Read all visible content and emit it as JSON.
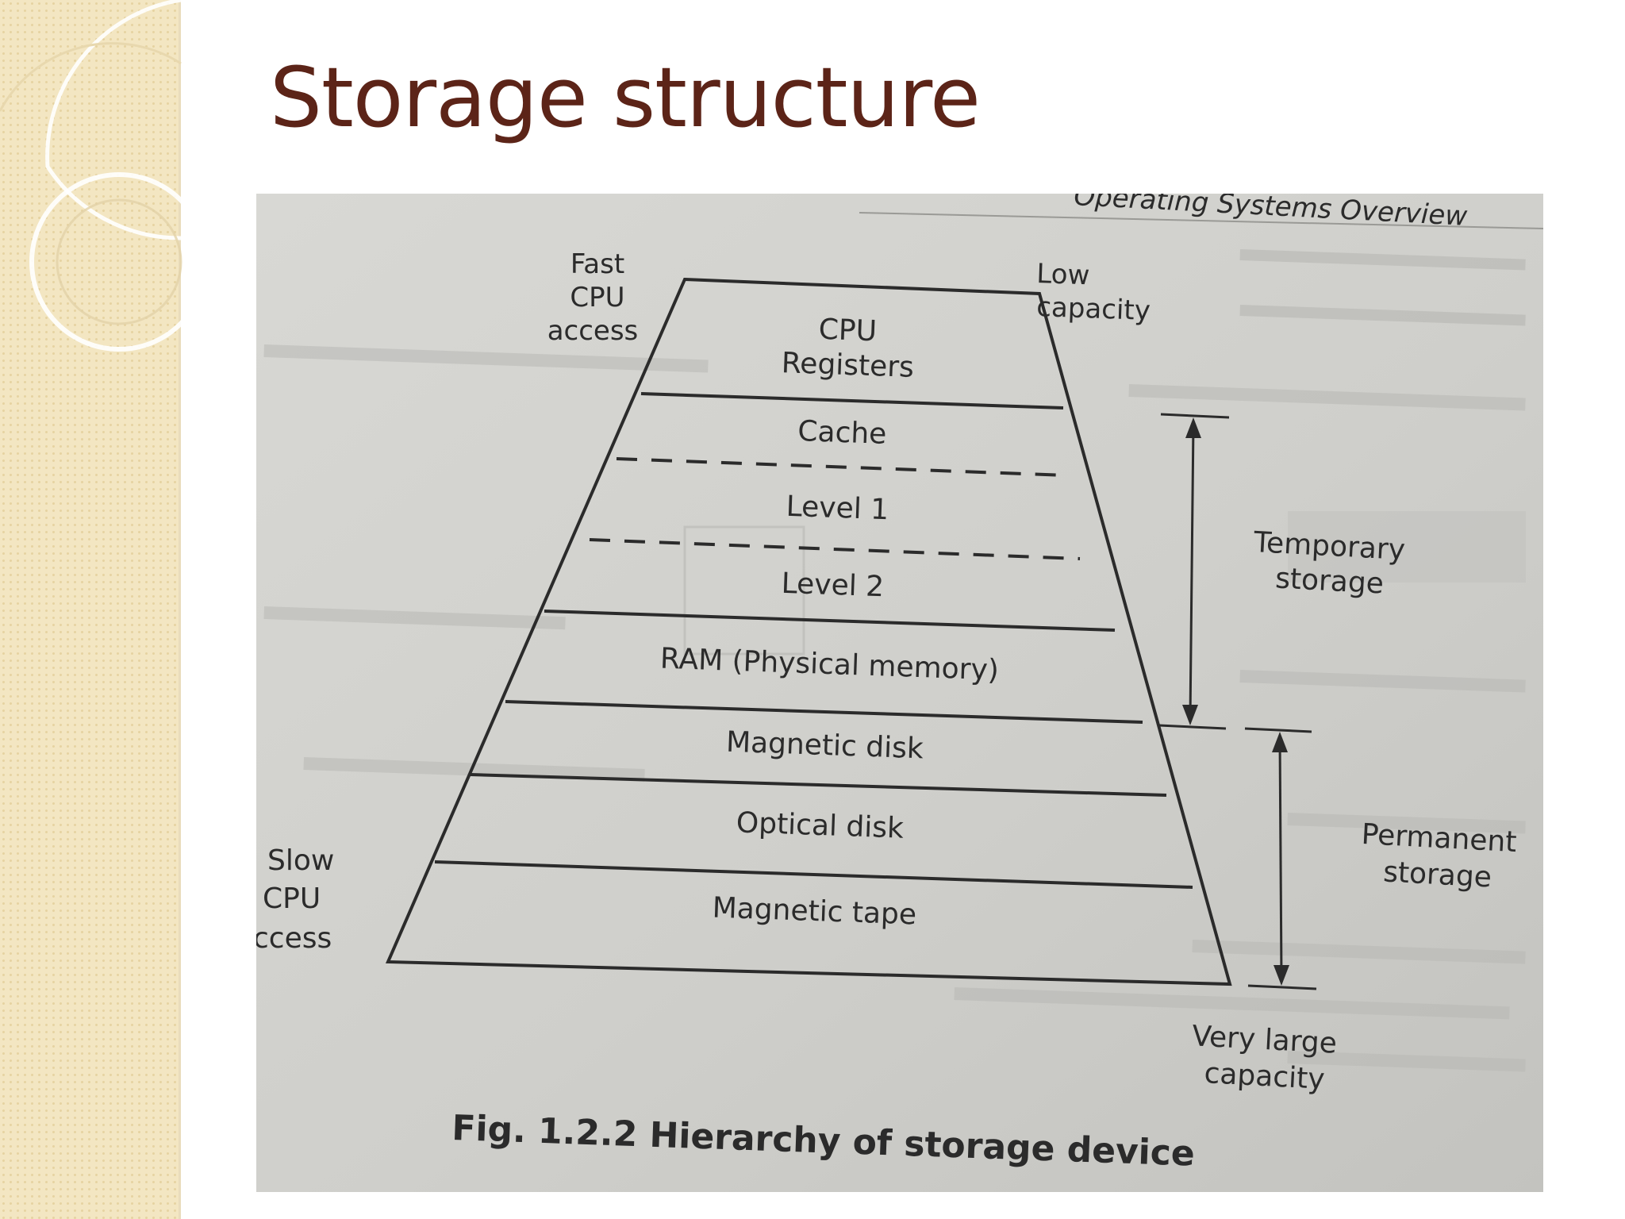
{
  "slide": {
    "title": "Storage structure"
  },
  "figure": {
    "header_text": "Operating Systems Overview",
    "caption": "Fig. 1.2.2 Hierarchy of storage device",
    "top_left_label": [
      "Fast",
      "CPU",
      "access"
    ],
    "top_right_label": [
      "Low",
      "capacity"
    ],
    "bottom_left_label": [
      "Slow",
      "CPU",
      "ccess"
    ],
    "bottom_right_label": [
      "Very large",
      "capacity"
    ],
    "levels": [
      {
        "lines": [
          "CPU",
          "Registers"
        ]
      },
      {
        "lines": [
          "Cache"
        ]
      },
      {
        "lines": [
          "Level 1"
        ]
      },
      {
        "lines": [
          "Level 2"
        ]
      },
      {
        "lines": [
          "RAM (Physical memory)"
        ]
      },
      {
        "lines": [
          "Magnetic disk"
        ]
      },
      {
        "lines": [
          "Optical disk"
        ]
      },
      {
        "lines": [
          "Magnetic tape"
        ]
      }
    ],
    "temporary_label": [
      "Temporary",
      "storage"
    ],
    "permanent_label": [
      "Permanent",
      "storage"
    ]
  },
  "colors": {
    "title": "#5c2418",
    "side_band": "#f3e6c2",
    "photo_background": "#cfcfcb",
    "ink": "#2b2b2b"
  }
}
